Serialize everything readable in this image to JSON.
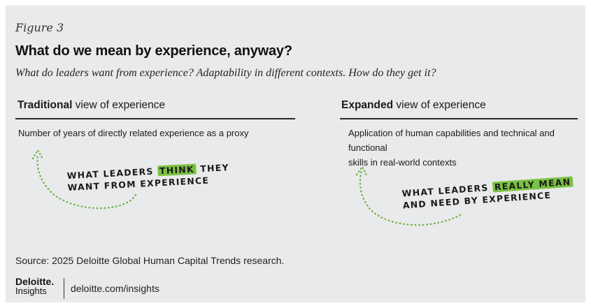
{
  "figure_label": "Figure 3",
  "title": "What do we mean by experience, anyway?",
  "subtitle": "What do leaders want from experience? Adaptability in different contexts. How do they get it?",
  "left": {
    "heading_bold": "Traditional",
    "heading_rest": " view of experience",
    "description": "Number of years of directly related experience as a proxy",
    "annotation_pre": "WHAT LEADERS ",
    "annotation_highlight": "THINK",
    "annotation_post": " THEY",
    "annotation_line2": "WANT FROM EXPERIENCE"
  },
  "right": {
    "heading_bold": "Expanded",
    "heading_rest": " view of experience",
    "description_line1": "Application of human capabilities and technical and functional",
    "description_line2": "skills in real-world contexts",
    "annotation_pre": "WHAT LEADERS ",
    "annotation_highlight": "REALLY MEAN",
    "annotation_line2": "AND NEED BY EXPERIENCE"
  },
  "source": "Source: 2025 Deloitte Global Human Capital Trends research.",
  "logo": {
    "name": "Deloitte.",
    "sub": "Insights"
  },
  "site": "deloitte.com/insights",
  "colors": {
    "background": "#e9eaeb",
    "accent_green": "#7bc143"
  },
  "icons": [
    "dotted-arrow-up-icon",
    "dotted-arrow-up-icon"
  ]
}
